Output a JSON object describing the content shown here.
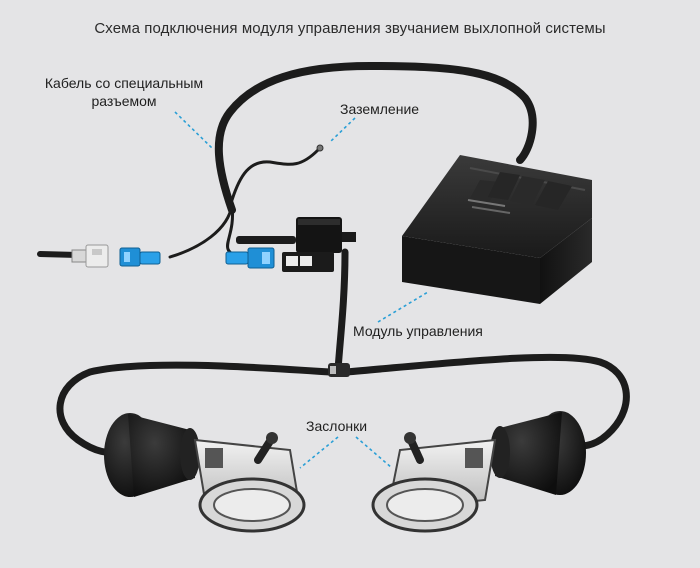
{
  "title": "Схема подключения модуля управления звучанием выхлопной системы",
  "labels": {
    "cable_line1": "Кабель со специальным",
    "cable_line2": "разъемом",
    "ground": "Заземление",
    "module": "Модуль управления",
    "dampers": "Заслонки"
  },
  "colors": {
    "background": "#e4e4e6",
    "cable": "#1c1c1c",
    "connector_blue": "#1f8fd6",
    "leader_line": "#2a9fd6",
    "module_body": "#151515"
  }
}
